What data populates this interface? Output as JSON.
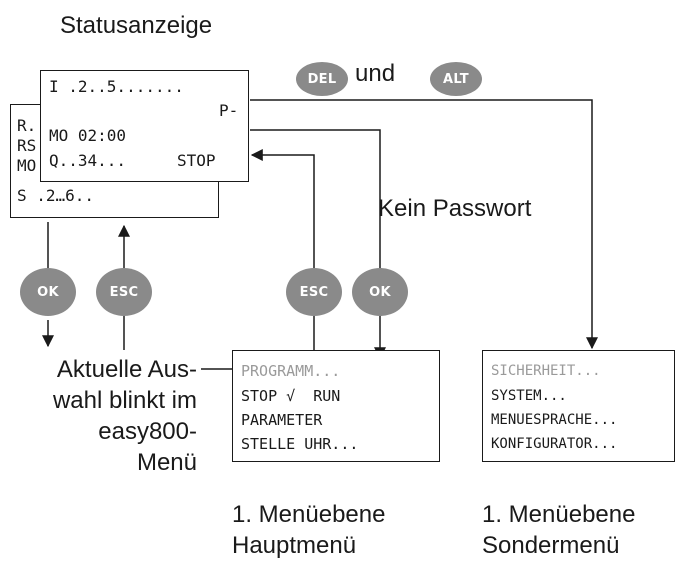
{
  "title": "Statusanzeige",
  "status_display": {
    "front_lines": [
      "I .2..5.......",
      "P-",
      "MO 02:00",
      "Q..34...",
      "STOP"
    ],
    "back_lines": [
      "R.",
      "RS",
      "MO",
      "S .2…6.."
    ]
  },
  "buttons": {
    "del": "DEL",
    "alt": "ALT",
    "ok_left": "OK",
    "esc_left": "ESC",
    "esc_mid": "ESC",
    "ok_mid": "OK"
  },
  "text_und": "und",
  "text_no_password": "Kein Passwort",
  "note_lines": [
    "Aktuelle Aus-",
    "wahl blinkt im",
    "easy800-",
    "Menü"
  ],
  "main_menu": {
    "items": [
      "PROGRAMM...",
      "STOP √  RUN",
      "PARAMETER",
      "STELLE UHR..."
    ],
    "caption_line1": "1. Menüebene",
    "caption_line2": "Hauptmenü"
  },
  "special_menu": {
    "items": [
      "SICHERHEIT...",
      "SYSTEM...",
      "MENUESPRACHE...",
      "KONFIGURATOR..."
    ],
    "caption_line1": "1. Menüebene",
    "caption_line2": "Sondermenü"
  },
  "colors": {
    "button_fill": "#8a8a8a",
    "line": "#1a1a1a",
    "dim_text": "#9a9a9a"
  }
}
